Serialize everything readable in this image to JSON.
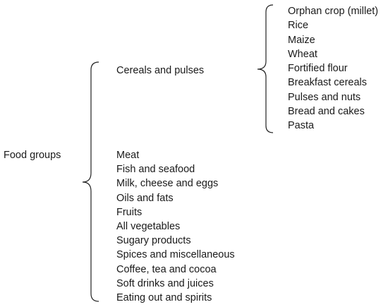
{
  "diagram": {
    "root": "Food groups",
    "cereals_group": {
      "label": "Cereals and pulses",
      "items": [
        "Orphan crop (millet)",
        "Rice",
        "Maize",
        "Wheat",
        "Fortified flour",
        "Breakfast cereals",
        "Pulses and nuts",
        "Bread and cakes",
        "Pasta"
      ]
    },
    "other_items": [
      "Meat",
      "Fish and seafood",
      "Milk, cheese and eggs",
      "Oils and fats",
      "Fruits",
      "All vegetables",
      "Sugary products",
      "Spices and miscellaneous",
      "Coffee, tea and cocoa",
      "Soft drinks and juices",
      "Eating out and spirits"
    ]
  }
}
